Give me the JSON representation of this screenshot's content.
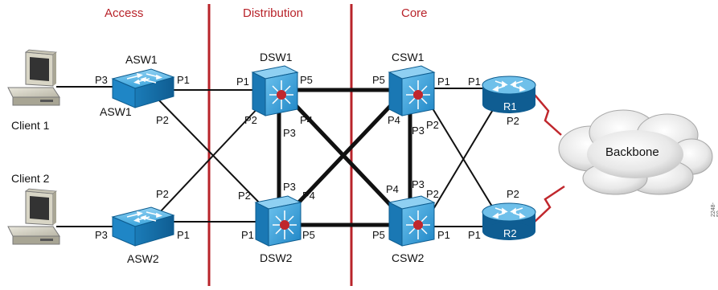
{
  "zones": {
    "access": "Access",
    "distribution": "Distribution",
    "core": "Core"
  },
  "clients": {
    "client1": "Client 1",
    "client2": "Client 2"
  },
  "devices": {
    "asw1": "ASW1",
    "asw2": "ASW2",
    "dsw1": "DSW1",
    "dsw2": "DSW2",
    "csw1": "CSW1",
    "csw2": "CSW2",
    "r1": "R1",
    "r2": "R2",
    "backbone": "Backbone"
  },
  "ports": {
    "p1": "P1",
    "p2": "P2",
    "p3": "P3",
    "p4": "P4",
    "p5": "P5"
  },
  "figure_id": "2248-50",
  "colors": {
    "zone_divider": "#b8232a",
    "device_blue": "#1f8fd0",
    "serial_link": "#c0272d",
    "core_marker": "#c0272d"
  }
}
